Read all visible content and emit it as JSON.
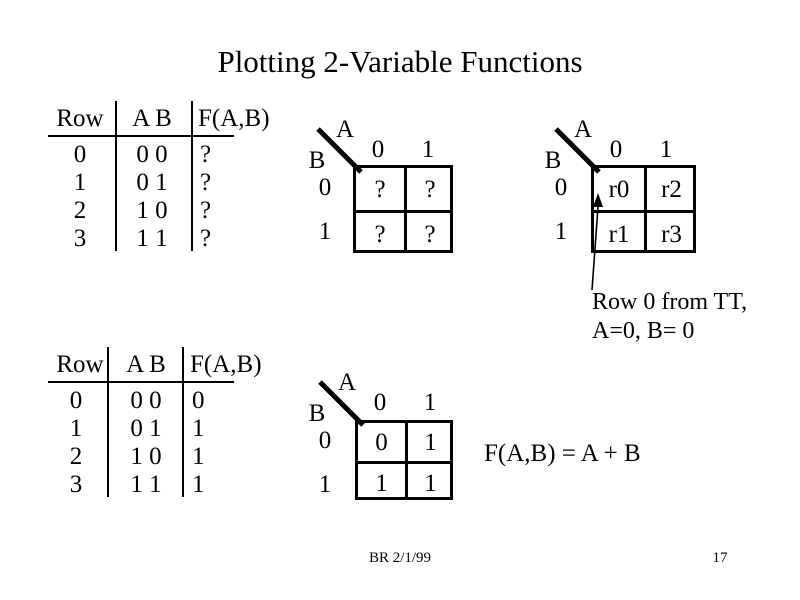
{
  "slide": {
    "title": "Plotting 2-Variable Functions",
    "footer_date": "BR 2/1/99",
    "page_number": "17",
    "ink_color": "#000000",
    "background_color": "#ffffff"
  },
  "truth_table_top": {
    "headers": [
      "Row",
      "A B",
      "F(A,B)"
    ],
    "rows": [
      {
        "row": "0",
        "ab": "0 0",
        "f": "?"
      },
      {
        "row": "1",
        "ab": "0 1",
        "f": "?"
      },
      {
        "row": "2",
        "ab": "1 0",
        "f": "?"
      },
      {
        "row": "3",
        "ab": "1 1",
        "f": "?"
      }
    ]
  },
  "truth_table_bottom": {
    "headers": [
      "Row",
      "A B",
      "F(A,B)"
    ],
    "rows": [
      {
        "row": "0",
        "ab": "0 0",
        "f": "0"
      },
      {
        "row": "1",
        "ab": "0 1",
        "f": "1"
      },
      {
        "row": "2",
        "ab": "1 0",
        "f": "1"
      },
      {
        "row": "3",
        "ab": "1 1",
        "f": "1"
      }
    ]
  },
  "kmap_top_left": {
    "col_var": "A",
    "row_var": "B",
    "col_labels": [
      "0",
      "1"
    ],
    "row_labels": [
      "0",
      "1"
    ],
    "cells": [
      [
        "?",
        "?"
      ],
      [
        "?",
        "?"
      ]
    ]
  },
  "kmap_top_right": {
    "col_var": "A",
    "row_var": "B",
    "col_labels": [
      "0",
      "1"
    ],
    "row_labels": [
      "0",
      "1"
    ],
    "cells": [
      [
        "r0",
        "r2"
      ],
      [
        "r1",
        "r3"
      ]
    ]
  },
  "kmap_bottom": {
    "col_var": "A",
    "row_var": "B",
    "col_labels": [
      "0",
      "1"
    ],
    "row_labels": [
      "0",
      "1"
    ],
    "cells": [
      [
        "0",
        "1"
      ],
      [
        "1",
        "1"
      ]
    ]
  },
  "annotation": {
    "line1": "Row 0 from TT,",
    "line2": "A=0, B= 0"
  },
  "formula": {
    "text": "F(A,B) =  A + B"
  }
}
